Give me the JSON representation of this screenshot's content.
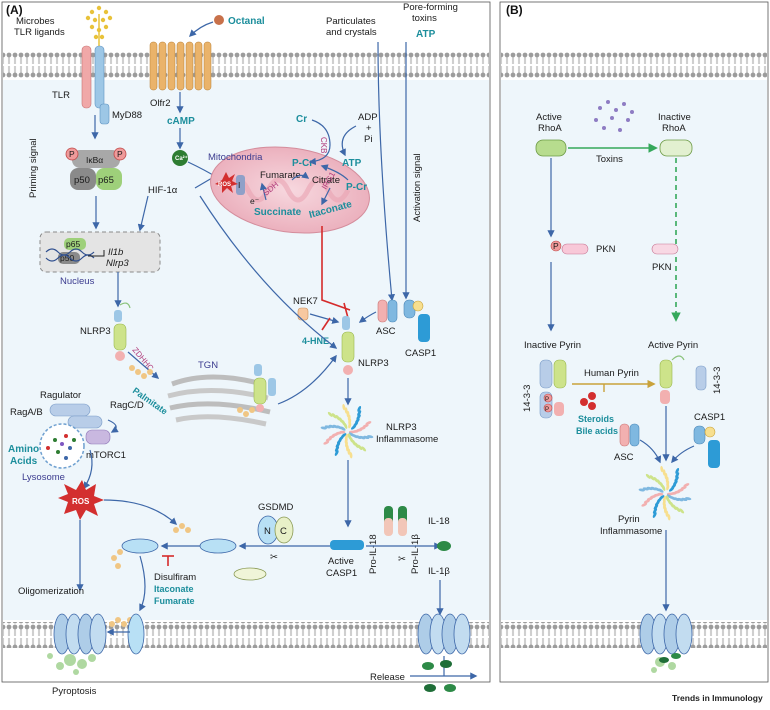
{
  "panel_a": {
    "label": "(A)",
    "membrane_top": {
      "microbes": "Microbes",
      "tlr_ligands": "TLR ligands",
      "octanal": "Octanal",
      "particulates": "Particulates",
      "and_crystals": "and crystals",
      "pore_forming": "Pore-forming",
      "toxins": "toxins",
      "atp_top": "ATP"
    },
    "receptors": {
      "tlr": "TLR",
      "olfr2": "Olfr2",
      "myd88": "MyD88"
    },
    "priming": {
      "signal": "Priming signal",
      "ikba": "IκBα",
      "p_mark": "P",
      "p50": "p50",
      "p65": "p65",
      "hif1a": "HIF-1α"
    },
    "nucleus": {
      "label": "Nucleus",
      "p65": "p65",
      "p50": "p50",
      "il1b": "Il1b",
      "nlrp3": "Nlrp3"
    },
    "metabolism": {
      "camp": "cAMP",
      "ca": "Ca²⁺",
      "mitochondria": "Mitochondria",
      "fumarate": "Fumarate",
      "citrate": "Citrate",
      "sdh": "SDH",
      "irg1": "IRG1",
      "succinate": "Succinate",
      "itaconate": "Itaconate",
      "ros_small": "ROS",
      "i_mark": "I",
      "e_mark": "e⁻",
      "cr": "Cr",
      "ckb": "CKB",
      "pcr1": "P-Cr",
      "pcr2": "P-Cr",
      "adp": "ADP",
      "plus": "+",
      "pi": "Pi",
      "atp_mid": "ATP"
    },
    "activation": {
      "signal": "Activation signal",
      "nek7": "NEK7",
      "hne": "4-HNE",
      "asc": "ASC",
      "casp1": "CASP1",
      "nlrp3_center": "NLRP3",
      "inflammasome_1": "NLRP3",
      "inflammasome_2": "Inflammasome"
    },
    "left_path": {
      "nlrp3": "NLRP3",
      "zdhhc": "ZDHHC",
      "palmitate": "Palmitate",
      "tgn": "TGN",
      "ragulator": "Ragulator",
      "raga": "RagA/B",
      "ragc": "RagC/D",
      "amino1": "Amino",
      "amino2": "Acids",
      "mtorc1": "mTORC1",
      "lysosome": "Lysosome",
      "ros": "ROS"
    },
    "bottom": {
      "gsdmd": "GSDMD",
      "n": "N",
      "c": "C",
      "disulfiram": "Disulfiram",
      "itaconate": "Itaconate",
      "fumarate": "Fumarate",
      "active1": "Active",
      "active2": "CASP1",
      "pro_il18": "Pro-IL-18",
      "pro_il1b": "Pro-IL-1β",
      "il18": "IL-18",
      "il1b": "IL-1β",
      "oligomerization": "Oligomerization",
      "pyroptosis": "Pyroptosis",
      "release": "Release"
    }
  },
  "panel_b": {
    "label": "(B)",
    "active_rhoa_1": "Active",
    "active_rhoa_2": "RhoA",
    "inactive_rhoa_1": "Inactive",
    "inactive_rhoa_2": "RhoA",
    "toxins": "Toxins",
    "pkn_left": "PKN",
    "pkn_right": "PKN",
    "p_mark": "P",
    "inactive_pyrin": "Inactive Pyrin",
    "active_pyrin": "Active Pyrin",
    "protein_1433_left": "14-3-3",
    "protein_1433_right": "14-3-3",
    "human_pyrin": "Human Pyrin",
    "steroids": "Steroids",
    "bile_acids": "Bile acids",
    "asc": "ASC",
    "casp1": "CASP1",
    "pyrin_1": "Pyrin",
    "pyrin_2": "Inflammasome"
  },
  "footer": "Trends in Immunology",
  "colors": {
    "teal_text": "#1c8e9c",
    "arrow_blue": "#3d67a8",
    "inhibit_red": "#d52b2b",
    "green_arrow": "#35a85b",
    "cell_bg": "#eef6fb"
  }
}
